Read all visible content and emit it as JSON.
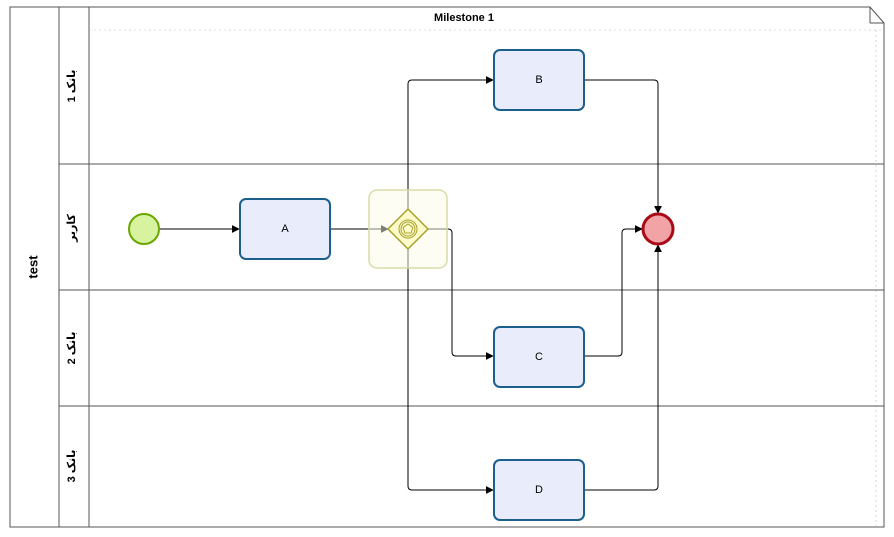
{
  "pool": {
    "name": "test"
  },
  "milestone": {
    "name": "Milestone 1"
  },
  "lanes": [
    {
      "id": "bank1",
      "name": "بانک 1"
    },
    {
      "id": "user",
      "name": "کاربر"
    },
    {
      "id": "bank2",
      "name": "بانک 2"
    },
    {
      "id": "bank3",
      "name": "بانک 3"
    }
  ],
  "events": {
    "start": {
      "type": "start-event",
      "color": "#d8f3a0",
      "stroke": "#6aa600"
    },
    "end": {
      "type": "end-event",
      "color": "#f2a3a6",
      "stroke": "#a80b16"
    }
  },
  "gateway": {
    "type": "event-based-gateway",
    "icon": "pentagon-icon",
    "color": "#fdfbc9",
    "stroke": "#a7a02b"
  },
  "tasks": [
    {
      "id": "A",
      "label": "A",
      "lane": "user"
    },
    {
      "id": "B",
      "label": "B",
      "lane": "bank1"
    },
    {
      "id": "C",
      "label": "C",
      "lane": "bank2"
    },
    {
      "id": "D",
      "label": "D",
      "lane": "bank3"
    }
  ],
  "flows": [
    {
      "from": "start",
      "to": "A"
    },
    {
      "from": "A",
      "to": "gateway"
    },
    {
      "from": "gateway",
      "to": "B"
    },
    {
      "from": "gateway",
      "to": "C"
    },
    {
      "from": "gateway",
      "to": "D"
    },
    {
      "from": "B",
      "to": "end"
    },
    {
      "from": "C",
      "to": "end"
    },
    {
      "from": "D",
      "to": "end"
    }
  ],
  "colors": {
    "task_fill": "#e9ecfb",
    "task_stroke": "#1d5f8c",
    "line": "#000000",
    "border": "#555555"
  }
}
